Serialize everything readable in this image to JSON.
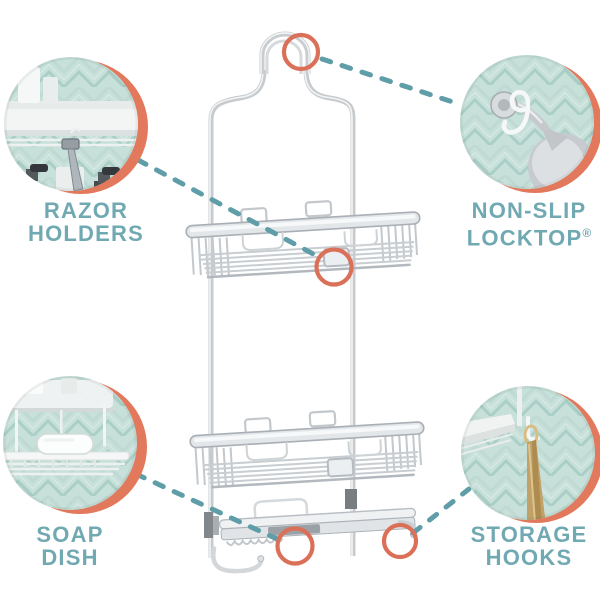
{
  "canvas": {
    "background": "#ffffff"
  },
  "palette": {
    "label_text": "#70A9B2",
    "connector_dash": "#5F9EA8",
    "highlight_ring": "#DB7058",
    "crescent_coral": "#E2785C",
    "tile_base": "#C8E0DA",
    "tile_groove": "#AACFC6",
    "metal_light": "#E3E7EA",
    "metal_mid": "#C7CBCE",
    "strap_gold": "#C2A169"
  },
  "callouts": [
    {
      "id": "razor-holders",
      "corner": "top-left",
      "label_lines": [
        "RAZOR",
        "HOLDERS"
      ],
      "photo": "razor-hanging-from-caddy-shelf"
    },
    {
      "id": "non-slip-locktop",
      "corner": "top-right",
      "label_lines": [
        "NON-SLIP",
        "LOCKTOP"
      ],
      "reg_mark": "®",
      "photo": "locktop-hook-on-shower-arm"
    },
    {
      "id": "soap-dish",
      "corner": "bottom-left",
      "label_lines": [
        "SOAP",
        "DISH"
      ],
      "photo": "soap-bar-on-wire-dish"
    },
    {
      "id": "storage-hooks",
      "corner": "bottom-right",
      "label_lines": [
        "STORAGE",
        "HOOKS"
      ],
      "photo": "loofah-strap-on-storage-hook"
    }
  ],
  "product": {
    "illustration": "aluminum-hanging-shower-caddy",
    "highlighted_parts": [
      "non-slip-locktop-hanger",
      "razor-holder-slot",
      "soap-dish-edge",
      "storage-hook"
    ]
  }
}
